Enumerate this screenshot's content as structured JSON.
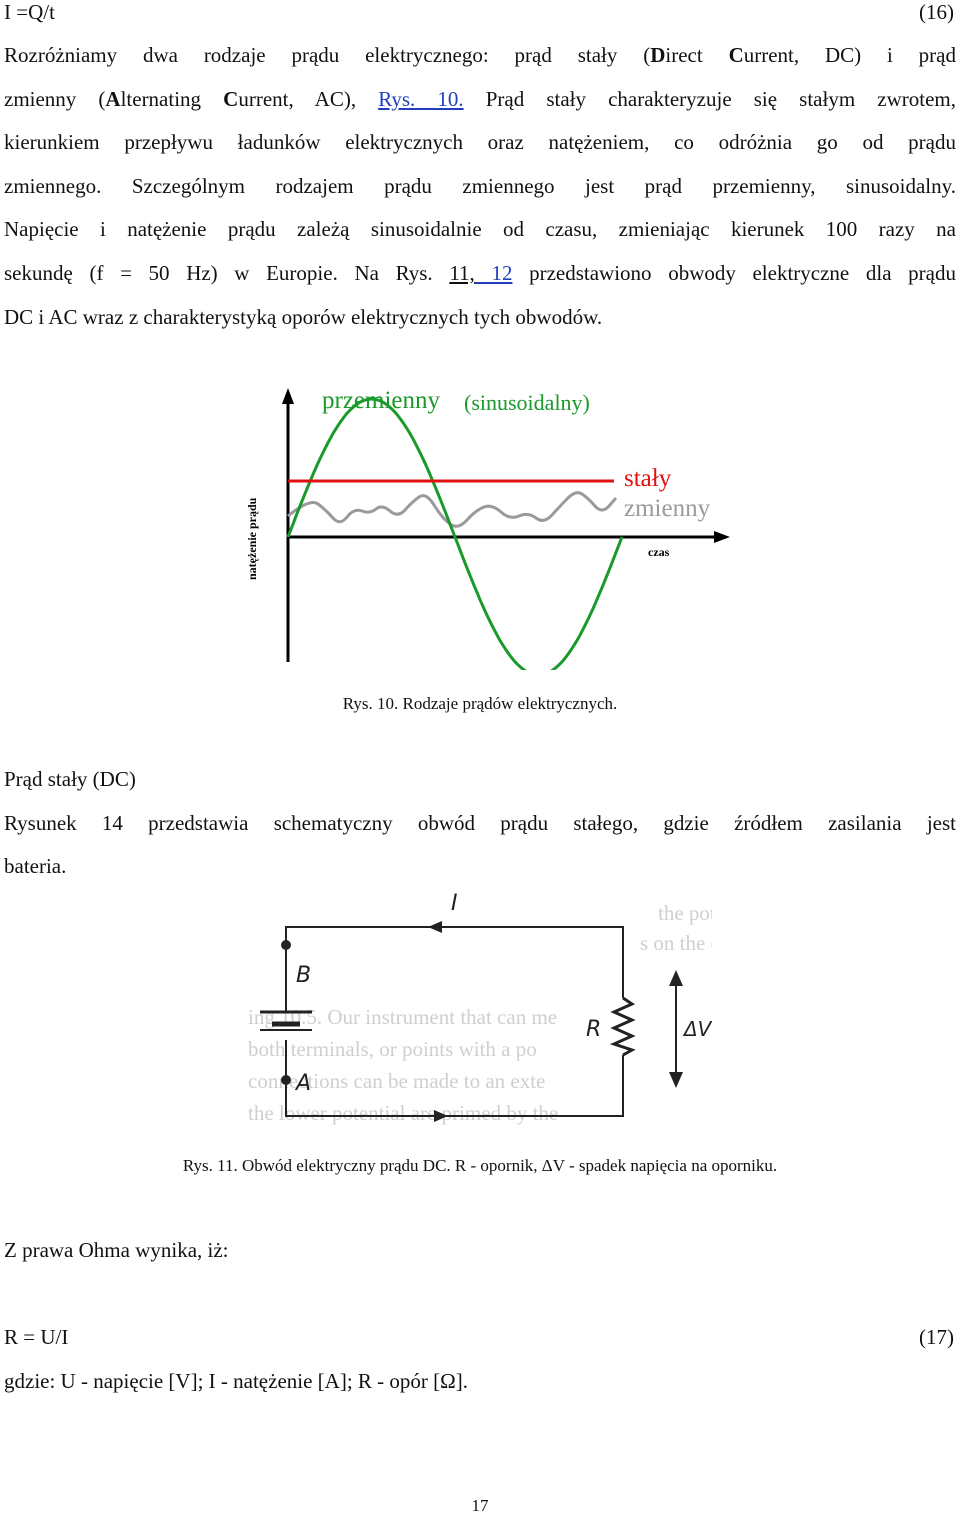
{
  "eq16": {
    "lhs": "I =Q/t",
    "num": "(16)"
  },
  "para1": {
    "l1_pre": "Rozróżniamy dwa rodzaje prądu elektrycznego: prąd stały (",
    "l1_b1": "D",
    "l1_m1": "irect ",
    "l1_b2": "C",
    "l1_m2": "urrent, DC) i prąd",
    "l2_pre": "zmienny (",
    "l2_b1": "A",
    "l2_m1": "lternating ",
    "l2_b2": "C",
    "l2_m2": "urrent, AC), ",
    "l2_ref": "Rys. 10.",
    "l2_post": " Prąd stały charakteryzuje się stałym zwrotem,",
    "l3": "kierunkiem przepływu ładunków elektrycznych oraz natężeniem, co odróżnia go od prądu",
    "l4": "zmiennego. Szczególnym rodzajem prądu zmiennego jest prąd przemienny, sinusoidalny.",
    "l5": "Napięcie i natężenie prądu zależą sinusoidalnie od czasu, zmieniając kierunek 100 razy na",
    "l6_pre": "sekundę (f = 50 Hz) w Europie. Na Rys. ",
    "l6_ref1": "11,",
    "l6_ref2": " 12",
    "l6_post": " przedstawiono obwody elektryczne dla prądu",
    "l7": "DC i AC wraz z charakterystyką oporów elektrycznych tych obwodów."
  },
  "fig10": {
    "label_ac": "przemienny",
    "label_ac_sub": "(sinusoidalny)",
    "label_dc": "stały",
    "label_var": "zmienny",
    "xlabel": "czas",
    "ylabel": "natężenie prądu",
    "colors": {
      "ac": "#1a9a2a",
      "dc": "#e01010",
      "var": "#9a9a9a",
      "axis": "#000000"
    },
    "caption": "Rys. 10. Rodzaje prądów elektrycznych."
  },
  "dc": {
    "heading": "Prąd stały (DC)",
    "l1": "Rysunek 14 przedstawia schematyczny obwód prądu stałego, gdzie źródłem zasilania jest",
    "l2": "bateria."
  },
  "fig11": {
    "label_i": "I",
    "label_b": "B",
    "label_a": "A",
    "label_r": "R",
    "label_dv": "ΔV",
    "bg_text": [
      "the potential decreases the current along the",
      "s on the capacitors becomes saturated",
      "ing 10.5. Our instrument that can me",
      "both terminals, or points with a po",
      "connections can be made to an exte",
      "the lower potential are primed by the"
    ],
    "caption": "Rys. 11. Obwód elektryczny prądu DC. R - opornik, ΔV - spadek napięcia na oporniku."
  },
  "ohm": {
    "intro": "Z prawa Ohma wynika, iż:",
    "eq": "R = U/I",
    "num": "(17)",
    "where": "gdzie: U - napięcie [V]; I - natężenie [A]; R - opór [Ω]."
  },
  "page_number": "17"
}
